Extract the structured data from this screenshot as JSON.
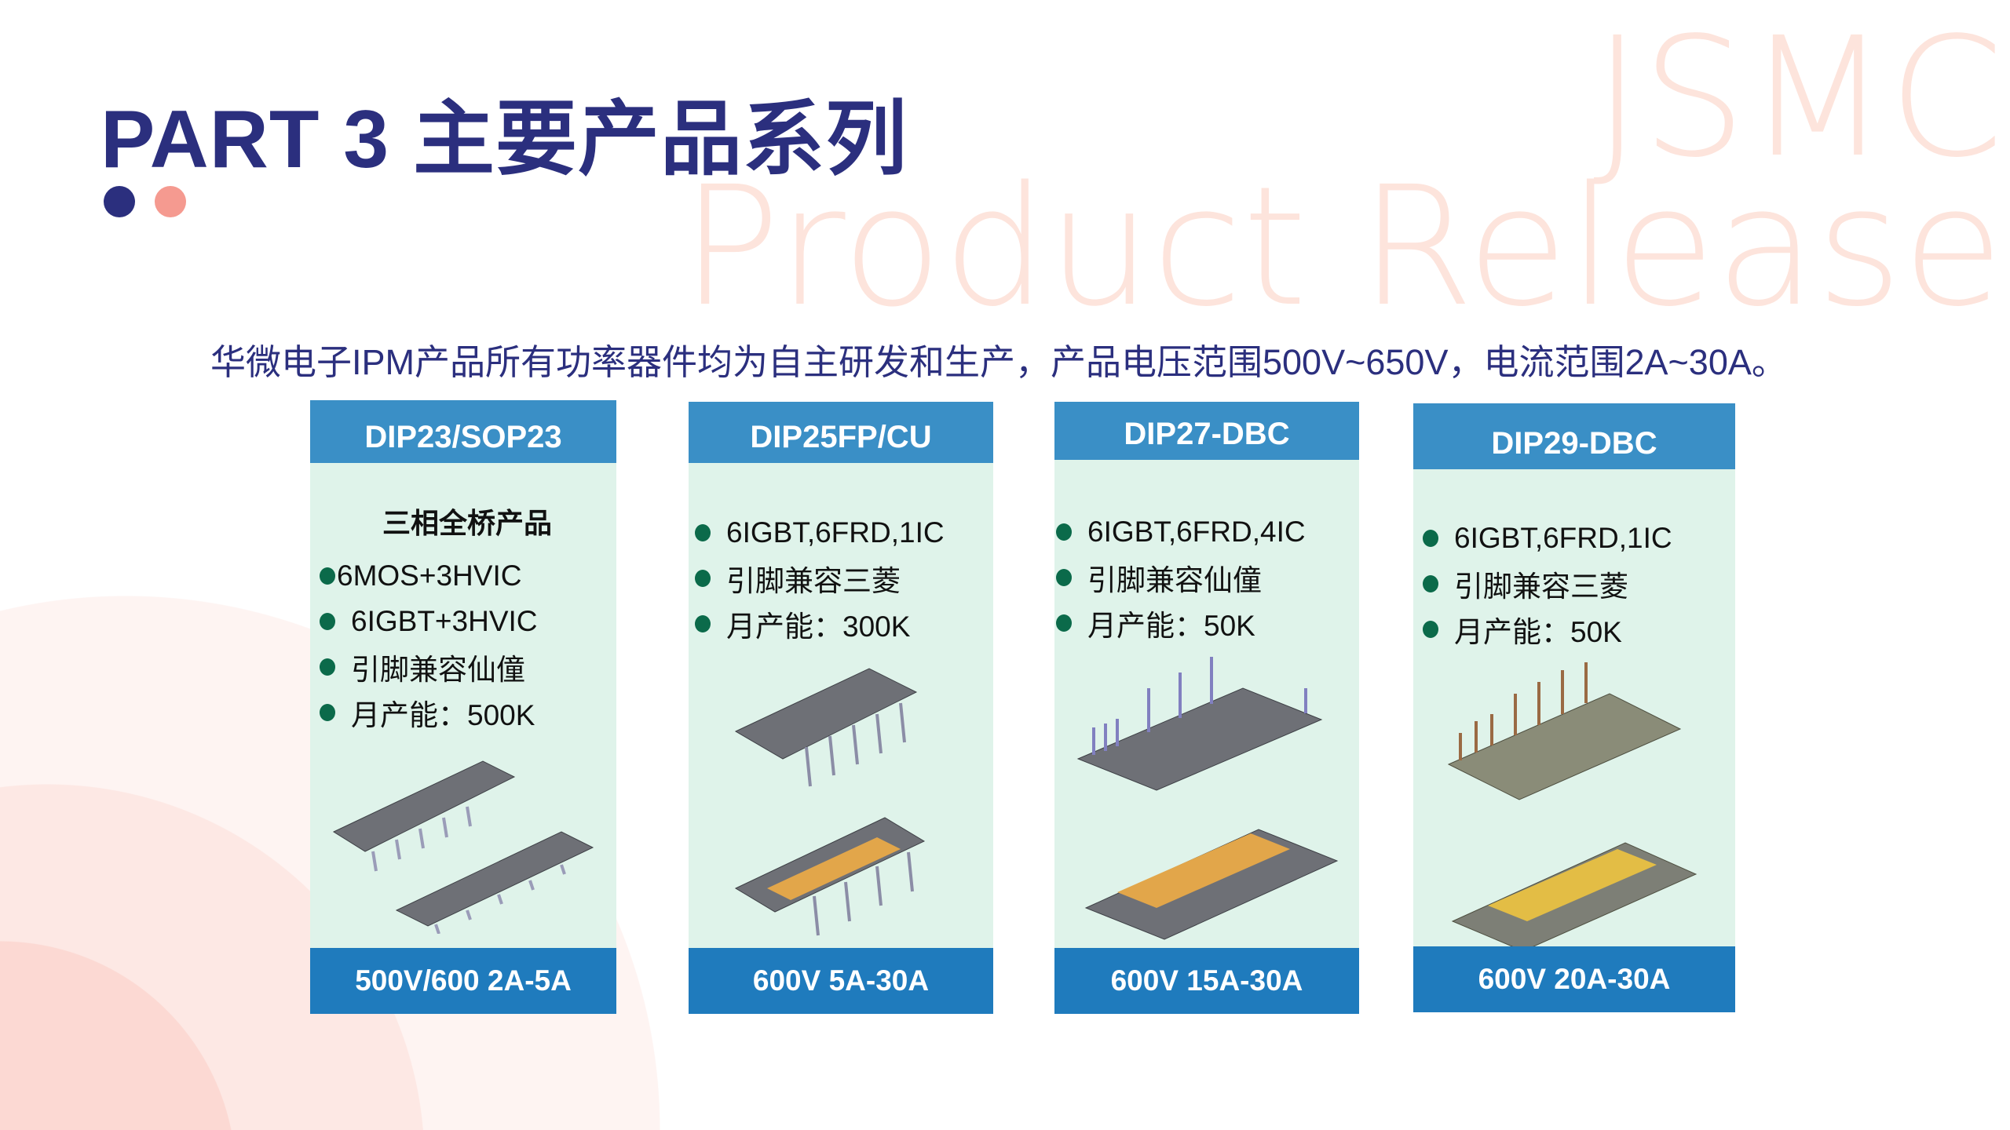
{
  "title": "PART 3 主要产品系列",
  "watermark": {
    "line1": "JSMC",
    "line2": "Product Release"
  },
  "subtitle": "华微电子IPM产品所有功率器件均为自主研发和生产，产品电压范围500V~650V，电流范围2A~30A。",
  "colors": {
    "navy": "#2b2f7e",
    "coral": "#f59a90",
    "header": "#3a8fc6",
    "footer": "#1f7bbd",
    "card_bg": "#dff3ea",
    "bullet": "#0b6a4a"
  },
  "cards": [
    {
      "header": "DIP23/SOP23",
      "heading": "三相全桥产品",
      "items": [
        "6MOS+3HVIC",
        "6IGBT+3HVIC",
        "引脚兼容仙僮",
        "月产能：500K"
      ],
      "footer": "500V/600 2A-5A"
    },
    {
      "header": "DIP25FP/CU",
      "items": [
        "6IGBT,6FRD,1IC",
        "引脚兼容三菱",
        "月产能：300K"
      ],
      "footer": "600V 5A-30A"
    },
    {
      "header": "DIP27-DBC",
      "items": [
        "6IGBT,6FRD,4IC",
        "引脚兼容仙僮",
        "月产能：50K"
      ],
      "footer": "600V 15A-30A"
    },
    {
      "header": "DIP29-DBC",
      "items": [
        "6IGBT,6FRD,1IC",
        "引脚兼容三菱",
        "月产能：50K"
      ],
      "footer": "600V 20A-30A"
    }
  ]
}
